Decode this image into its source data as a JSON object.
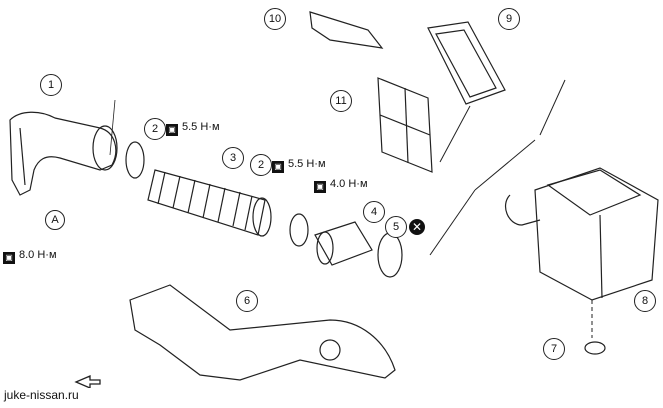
{
  "callouts": [
    "1",
    "2",
    "3",
    "2",
    "4",
    "5",
    "6",
    "7",
    "8",
    "9",
    "10",
    "11"
  ],
  "torques": [
    "5.5 Н·м",
    "5.5 Н·м",
    "4.0 Н·м",
    "8.0 Н·м"
  ],
  "letter_a": "A",
  "watermark": "juke-nissan.ru",
  "icons": {
    "torque": "torque-wrench-icon",
    "nonreusable": "x-mark-icon",
    "front": "front-arrow-icon"
  }
}
